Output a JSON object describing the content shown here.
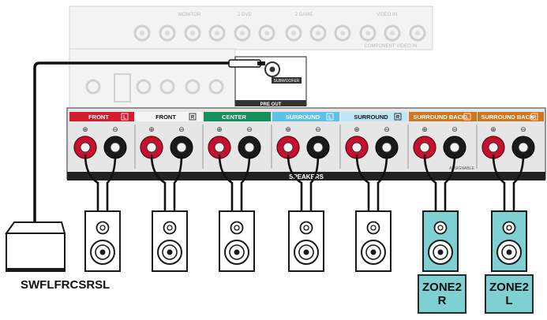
{
  "colors": {
    "front_left": "#d21e2d",
    "center": "#15905a",
    "surround": "#5fc0e8",
    "surround_back": "#d1751f",
    "zone2_speaker": "#7fd0d2",
    "terminal_red": "#c8102e",
    "panel": "#e6e6e6"
  },
  "icons": {
    "subwoofer": "subwoofer-icon",
    "speaker": "speaker-icon",
    "terminal": "speaker-terminal-icon",
    "rca": "rca-plug-icon"
  },
  "rear_panel": {
    "top_labels": [
      "1 DVD",
      "2 GAME",
      "MONITOR",
      "VIDEO IN",
      "COMPONENT VIDEO IN"
    ],
    "pre_out_label": "PRE OUT",
    "subwoofer_label": "SUBWOOFER"
  },
  "speaker_terminals": {
    "bar_label": "SPEAKERS",
    "assignable_label": "ASSIGNABLE",
    "channels": [
      {
        "label": "FRONT",
        "mark": "L"
      },
      {
        "label": "FRONT",
        "mark": "R"
      },
      {
        "label": "CENTER",
        "mark": ""
      },
      {
        "label": "SURROUND",
        "mark": "L"
      },
      {
        "label": "SURROUND",
        "mark": "R"
      },
      {
        "label": "SURROUND BACK",
        "mark": "L"
      },
      {
        "label": "SURROUND BACK",
        "mark": "R"
      }
    ]
  },
  "speaker_row_label": "SWFLFRCSRSL",
  "zone2": [
    {
      "line1": "ZONE2",
      "line2": "R"
    },
    {
      "line1": "ZONE2",
      "line2": "L"
    }
  ]
}
